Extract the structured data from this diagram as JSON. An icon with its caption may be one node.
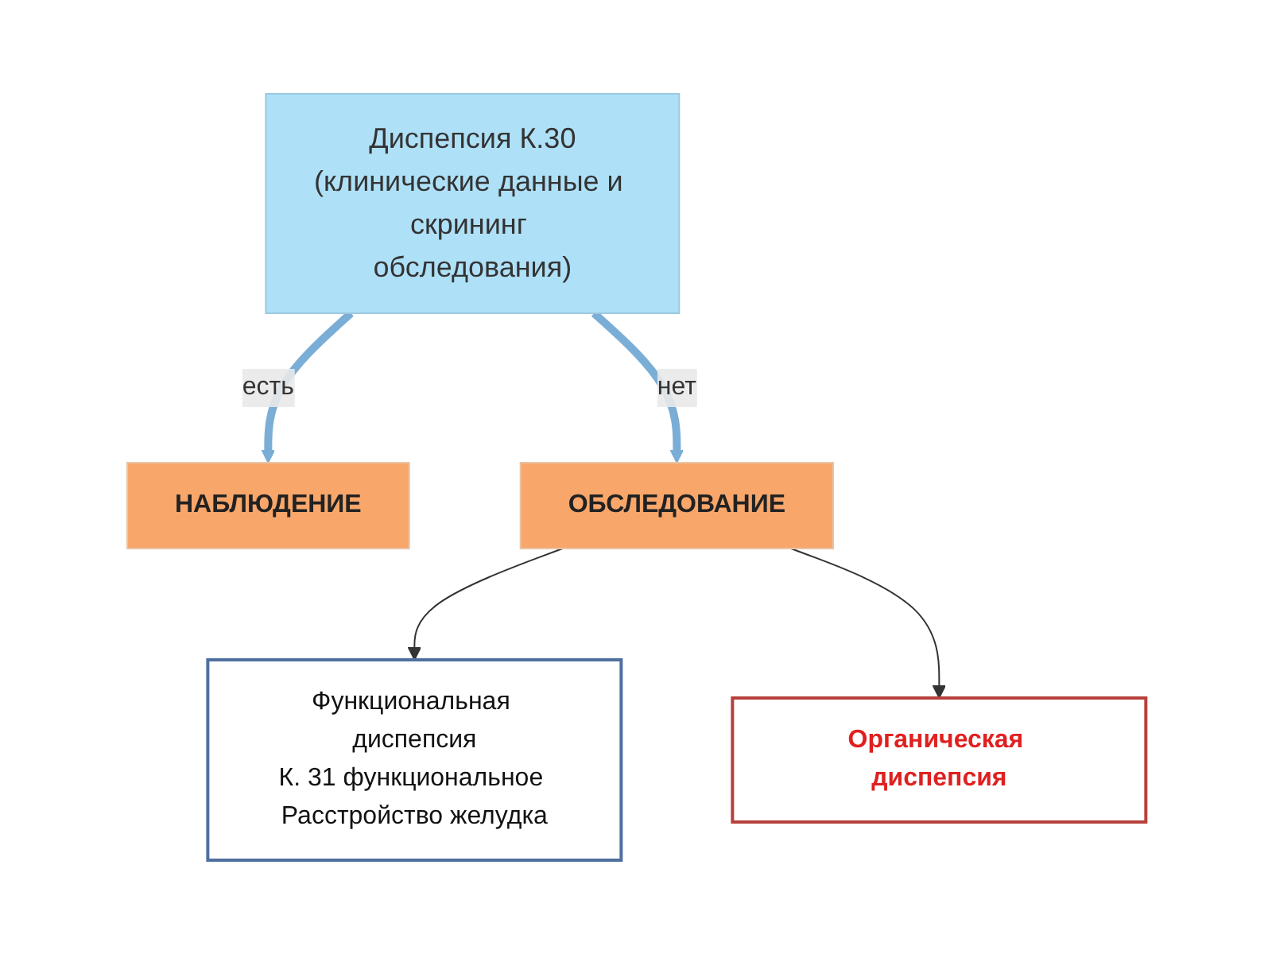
{
  "diagram": {
    "nodes": [
      {
        "text": [
          "Диспепсия К.30",
          "(клинические данные и скрининг обследования)"
        ]
      },
      {
        "text": [
          "НАБЛЮДЕНИЕ"
        ]
      },
      {
        "text": [
          "ОБСЛЕДОВАНИЕ"
        ]
      },
      {
        "text": [
          "Функциональная диспепсия",
          "К. 31 функциональное Расстройство желудка"
        ]
      },
      {
        "text": [
          "Органическая диспепсия"
        ]
      }
    ],
    "edges": [
      {
        "from": 0,
        "to": 1,
        "arrow": "to",
        "label": "есть",
        "style": "thick",
        "color": "#7aaed6"
      },
      {
        "from": 0,
        "to": 2,
        "arrow": "to",
        "label": "нет",
        "style": "thick",
        "color": "#7aaed6"
      },
      {
        "from": 2,
        "to": 3,
        "arrow": "to",
        "color": "#333333"
      },
      {
        "from": 2,
        "to": 4,
        "arrow": "to",
        "color": "#333333"
      }
    ]
  }
}
